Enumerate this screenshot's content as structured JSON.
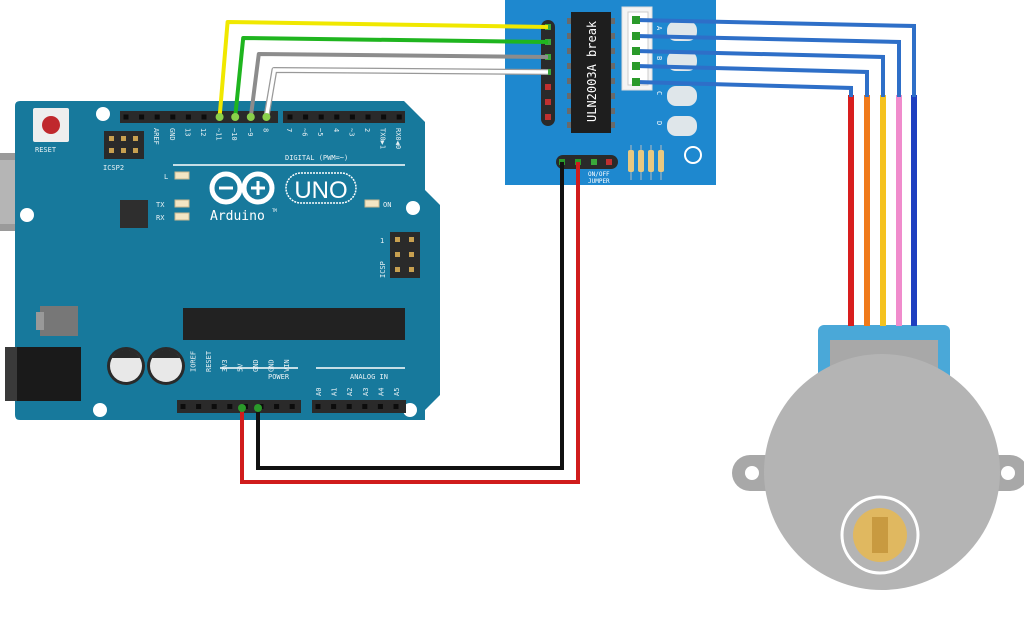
{
  "arduino": {
    "reset_label": "RESET",
    "icsp2_label": "ICSP2",
    "digital_pins": [
      "AREF",
      "GND",
      "13",
      "12",
      "~11",
      "~10",
      "~9",
      "8"
    ],
    "digital_pins_low": [
      "7",
      "~6",
      "~5",
      "4",
      "~3",
      "2",
      "TX0▶1",
      "RX0◀0"
    ],
    "digital_title": "DIGITAL (PWM=~)",
    "led_l": "L",
    "led_tx": "TX",
    "led_rx": "RX",
    "led_on": "ON",
    "logo_text": "Arduino",
    "logo_tm": "TM",
    "model": "UNO",
    "icsp_label": "ICSP",
    "icsp_pin1": "1",
    "power_pins": [
      "IOREF",
      "RESET",
      "3V3",
      "5V",
      "GND",
      "GND",
      "VIN"
    ],
    "power_title": "POWER",
    "analog_pins": [
      "A0",
      "A1",
      "A2",
      "A3",
      "A4",
      "A5"
    ],
    "analog_title": "ANALOG IN",
    "board_color": "#17799c"
  },
  "driver": {
    "chip_label": "ULN2003A break",
    "led_labels": [
      "A",
      "B",
      "C",
      "D"
    ],
    "jumper_label_1": "ON/OFF",
    "jumper_label_2": "JUMPER",
    "board_color": "#1e88cf"
  },
  "wires": {
    "signal_colors": [
      "#f0e800",
      "#1fb51f",
      "#8c8c8c",
      "#ffffff"
    ],
    "motor_colors": [
      "#d81e1e",
      "#f07a1a",
      "#f5c21e",
      "#f08ccc",
      "#1e3fc0"
    ],
    "link_color": "#2e6fc8"
  }
}
